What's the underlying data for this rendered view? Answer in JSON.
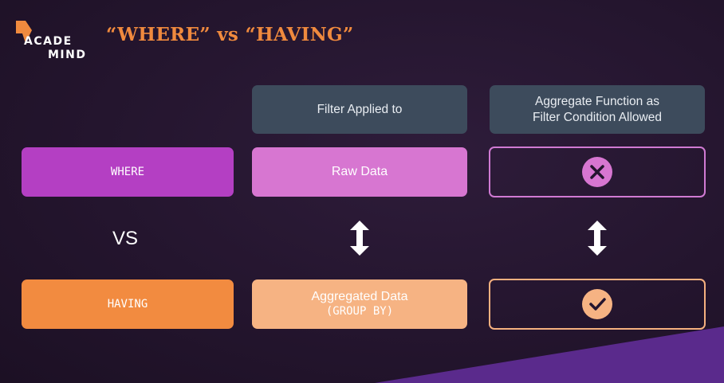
{
  "logo": {
    "line1": "ACADE",
    "line2": "MIND"
  },
  "title": "“WHERE” vs “HAVING”",
  "headers": {
    "filter_applied": "Filter Applied to",
    "aggregate_line1": "Aggregate Function as",
    "aggregate_line2": "Filter Condition Allowed"
  },
  "rows": {
    "where": {
      "label": "WHERE",
      "applied_to": "Raw Data",
      "aggregate_allowed": "cross-icon"
    },
    "vs": "VS",
    "having": {
      "label": "HAVING",
      "applied_to_line1": "Aggregated Data",
      "applied_to_line2": "(GROUP BY)",
      "aggregate_allowed": "check-icon"
    }
  },
  "colors": {
    "background": "#24152e",
    "title": "#f08a3e",
    "header": "#3d4b5c",
    "where": "#b43fc3",
    "raw_data": "#d776d1",
    "having": "#f28b40",
    "aggregated_data": "#f6b383",
    "corner_accent": "#5a2a8c"
  }
}
